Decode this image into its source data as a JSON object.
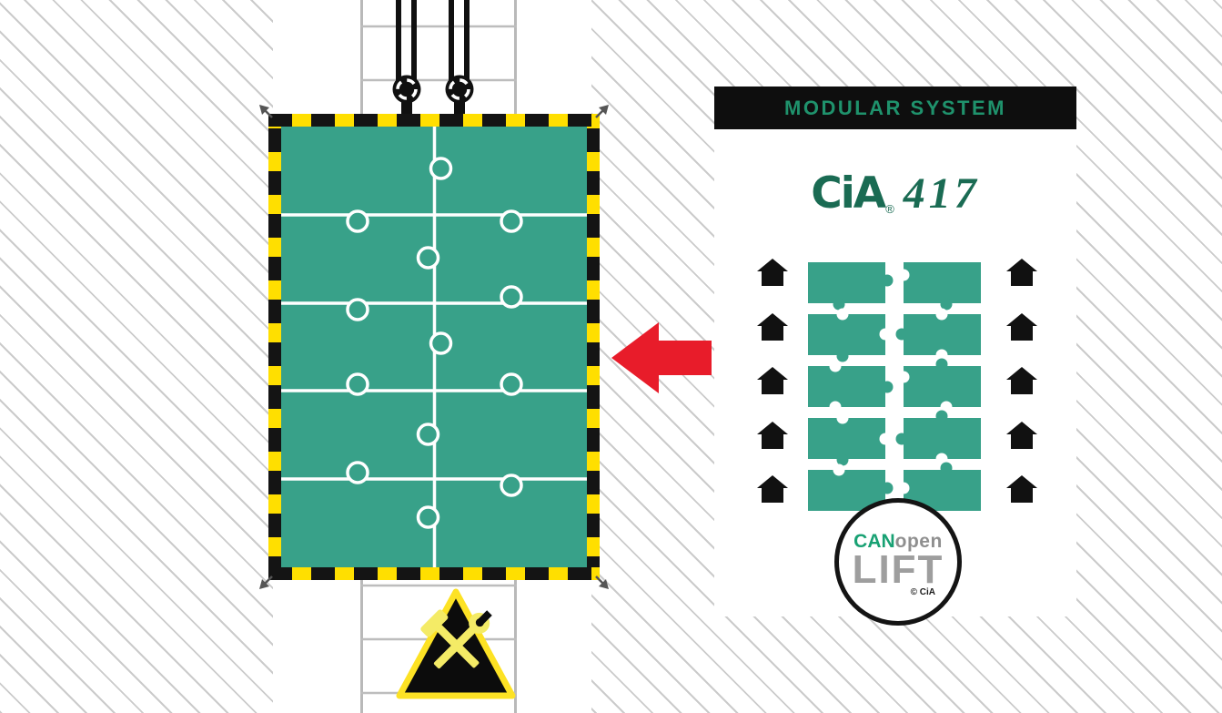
{
  "banner": {
    "title": "MODULAR SYSTEM"
  },
  "cia_logo": {
    "brand": "CiA",
    "registered": "®",
    "standard_number": "417"
  },
  "canopen_lift_logo": {
    "can": "CAN",
    "open": "open",
    "lift": "LIFT",
    "copyright": "© CiA"
  },
  "modular_diagram": {
    "module_rows": 5,
    "modules_per_row": 2,
    "floor_icons_per_side": 5,
    "car_puzzle_columns": 2,
    "car_puzzle_rows": 5
  },
  "colors": {
    "module_green": "#38a189",
    "logo_dark_green": "#1a6b53",
    "banner_text_green": "#1f926c",
    "hazard_yellow": "#ffdf00",
    "arrow_red": "#e81c2a",
    "lift_gray": "#9e9e9e"
  }
}
